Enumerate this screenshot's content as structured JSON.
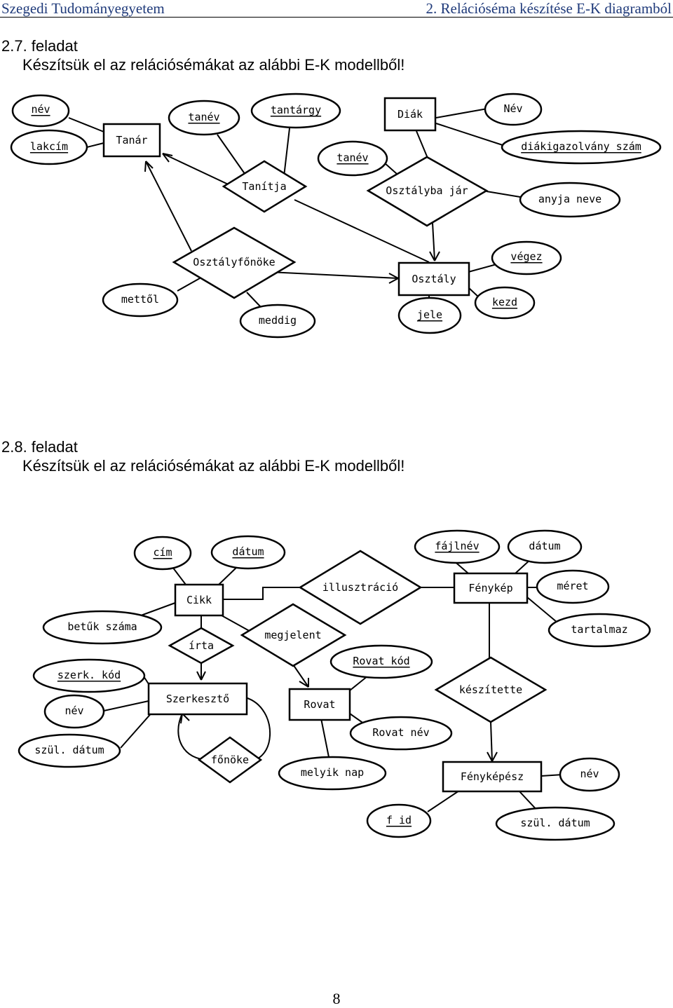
{
  "header": {
    "left": "Szegedi Tudományegyetem",
    "right": "2. Relációséma készítése E-K diagramból"
  },
  "task1": {
    "number": "2.7. feladat",
    "instruction": "Készítsük el az relációsémákat az alábbi E-K modellből!"
  },
  "task2": {
    "number": "2.8. feladat",
    "instruction": "Készítsük el az relációsémákat az alábbi E-K modellből!"
  },
  "diagram1": {
    "entities": {
      "tanar": "Tanár",
      "diak": "Diák",
      "osztaly": "Osztály"
    },
    "relationships": {
      "tanitja": "Tanítja",
      "osztalyba_jar": "Osztályba jár",
      "osztalyfonoke": "Osztályfőnöke"
    },
    "attributes": {
      "nev": "név",
      "lakcim": "lakcím",
      "tanev1": "tanév",
      "tantargy": "tantárgy",
      "tanev2": "tanév",
      "Nev": "Név",
      "diakigazolvany": "diákigazolvány szám",
      "anyja_neve": "anyja neve",
      "vegez": "végez",
      "kezd": "kezd",
      "jele": "jele",
      "mettol": "mettől",
      "meddig": "meddig"
    }
  },
  "diagram2": {
    "entities": {
      "cikk": "Cikk",
      "szerkeszto": "Szerkesztő",
      "rovat": "Rovat",
      "fenykep": "Fénykép",
      "fenykepesz": "Fényképész"
    },
    "relationships": {
      "illusztracio": "illusztráció",
      "irta": "írta",
      "megjelent": "megjelent",
      "fonoke": "főnöke",
      "keszitette": "készítette"
    },
    "attributes": {
      "cim": "cím",
      "datum1": "dátum",
      "betuk_szama": "betűk száma",
      "szerk_kod": "szerk. kód",
      "nev1": "név",
      "szul_datum1": "szül. dátum",
      "rovat_kod": "Rovat kód",
      "rovat_nev": "Rovat név",
      "melyik_nap": "melyik nap",
      "fajlnev": "fájlnév",
      "datum2": "dátum",
      "meret": "méret",
      "tartalmaz": "tartalmaz",
      "nev2": "név",
      "f_id": "f id",
      "szul_datum2": "szül. dátum"
    }
  },
  "page_number": "8"
}
